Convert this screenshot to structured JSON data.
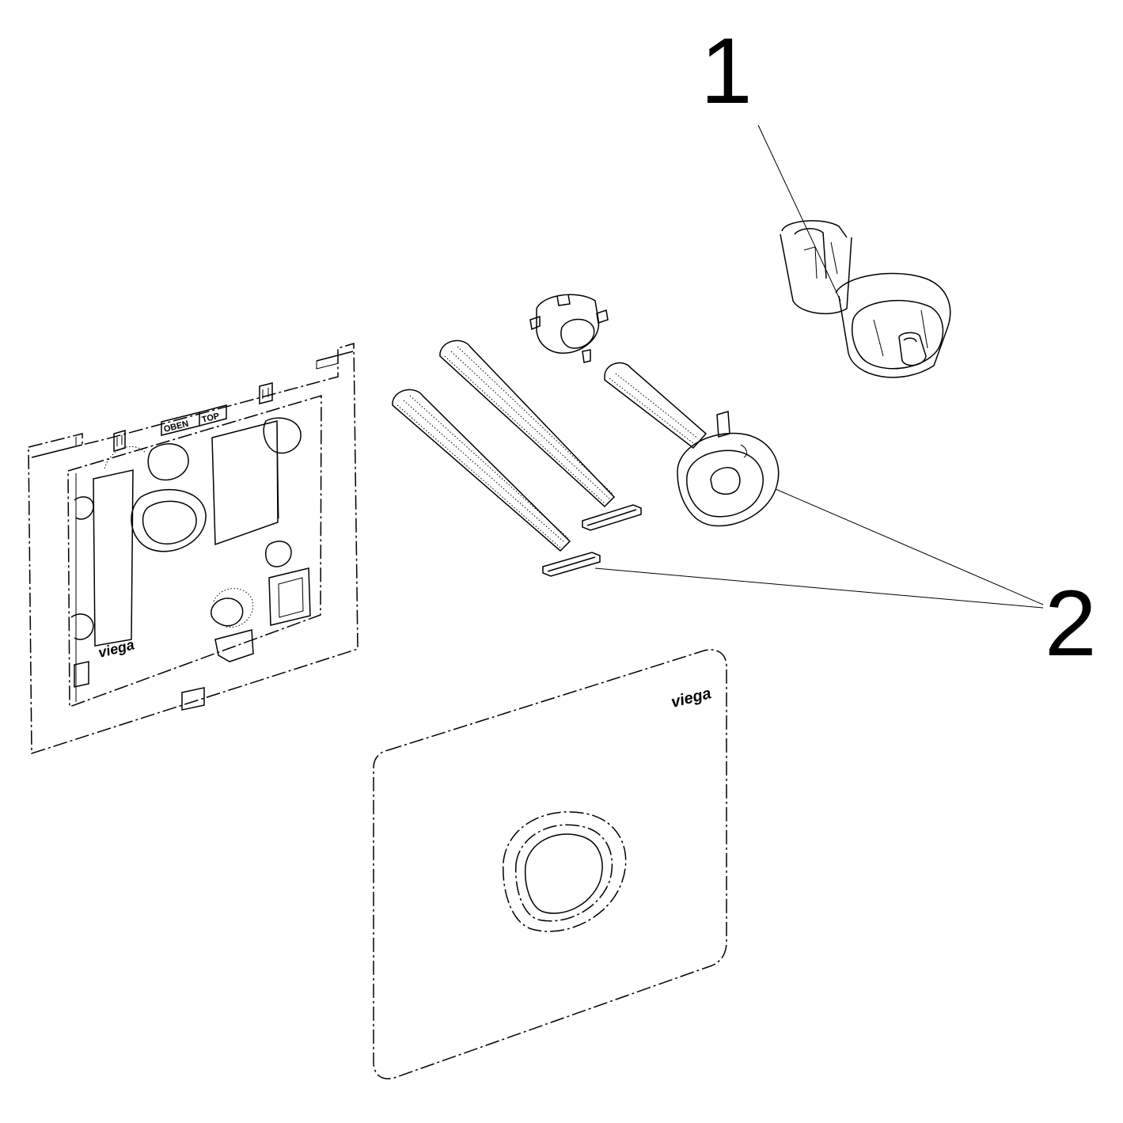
{
  "callouts": {
    "one": "1",
    "two": "2"
  },
  "frame": {
    "label_left": "OBEN",
    "label_right": "TOP",
    "brand": "viega"
  },
  "cover_plate": {
    "brand": "viega"
  },
  "colors": {
    "line": "#000000",
    "background": "#ffffff"
  }
}
